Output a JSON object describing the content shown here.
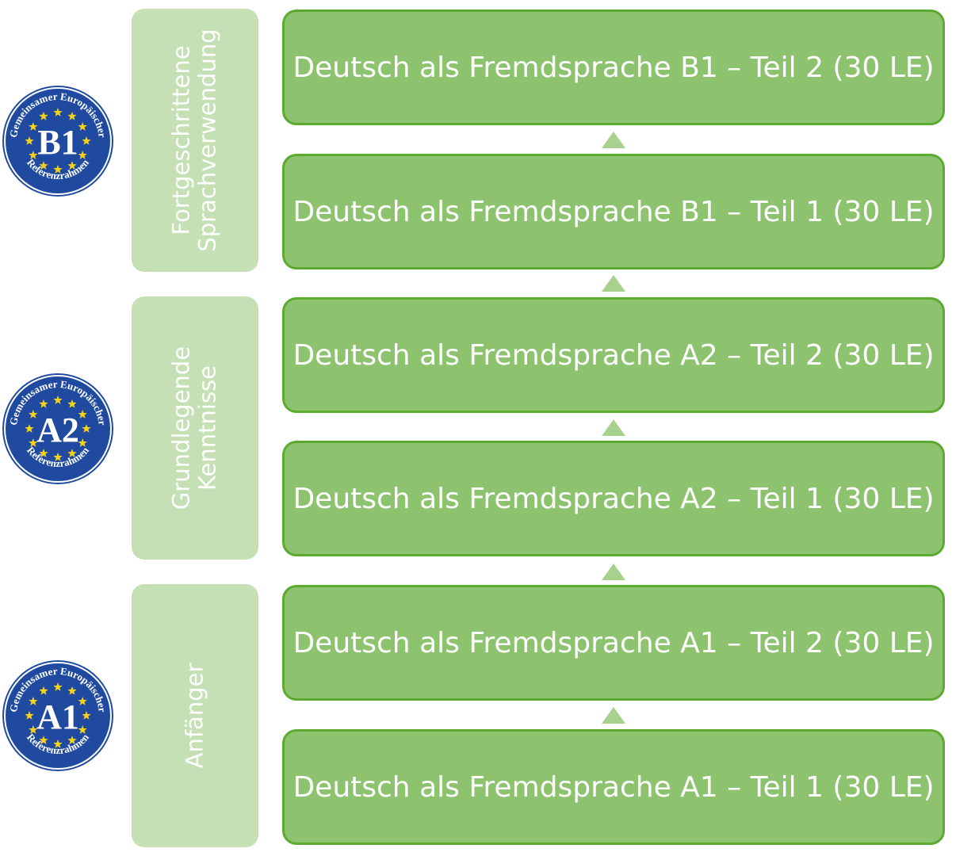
{
  "colors": {
    "badge_blue": "#1f4aa0",
    "badge_star": "#f6d21a",
    "category_bg": "#c5e0b4",
    "course_bg": "#8dc26f",
    "course_border": "#5caa2f",
    "arrow": "#a9d18e"
  },
  "badges": [
    {
      "level": "B1",
      "arc_top": "Gemeinsamer Europäischer",
      "arc_bottom": "Referenzrahmen"
    },
    {
      "level": "A2",
      "arc_top": "Gemeinsamer Europäischer",
      "arc_bottom": "Referenzrahmen"
    },
    {
      "level": "A1",
      "arc_top": "Gemeinsamer Europäischer",
      "arc_bottom": "Referenzrahmen"
    }
  ],
  "categories": [
    {
      "line1": "Fortgeschrittene",
      "line2": "Sprachverwendung"
    },
    {
      "line1": "Grundlegende",
      "line2": "Kenntnisse"
    },
    {
      "line1": "Anfänger",
      "line2": ""
    }
  ],
  "courses": [
    "Deutsch als Fremdsprache B1 – Teil 2 (30 LE)",
    "Deutsch als Fremdsprache B1 – Teil 1 (30 LE)",
    "Deutsch als Fremdsprache A2 – Teil 2 (30 LE)",
    "Deutsch als Fremdsprache A2 – Teil 1 (30 LE)",
    "Deutsch als Fremdsprache A1 – Teil 2 (30 LE)",
    "Deutsch als Fremdsprache A1 – Teil 1 (30 LE)"
  ]
}
